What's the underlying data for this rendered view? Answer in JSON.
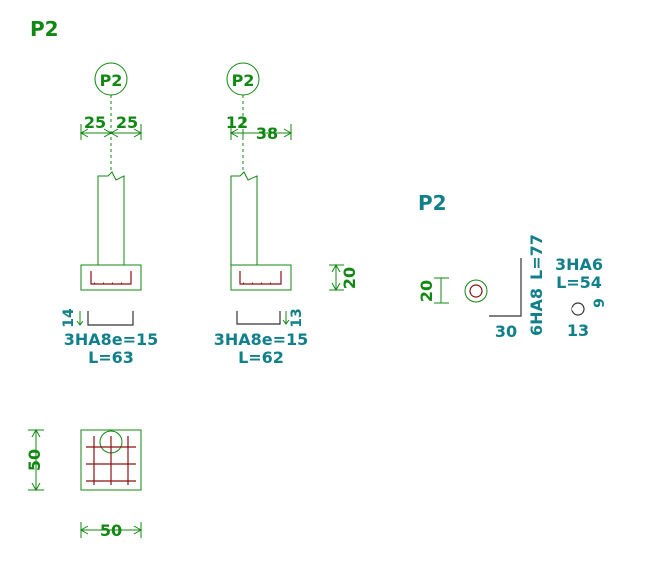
{
  "title_main": "P2",
  "elevation_left": {
    "axis_label": "P2",
    "dim_left": "25",
    "dim_right": "25",
    "bar_leg": "14",
    "bar_spec": "3HA8e=15",
    "bar_length": "L=63"
  },
  "elevation_right": {
    "axis_label": "P2",
    "dim_left": "12",
    "dim_right": "38",
    "bar_leg": "13",
    "bar_spec": "3HA8e=15",
    "bar_length": "L=62",
    "footing_height": "20"
  },
  "plan": {
    "dim_height": "50",
    "dim_width": "50"
  },
  "detail": {
    "title": "P2",
    "height": "20",
    "l_bar_horizontal": "30",
    "l_bar_spec": "6HA8",
    "l_bar_length": "L=77",
    "ring_spec": "3HA6",
    "ring_length": "L=54",
    "ring_dim_a": "9",
    "ring_dim_b": "13"
  },
  "colors": {
    "green": "#118811",
    "teal": "#11808a",
    "rebar_red": "#8b1010"
  }
}
